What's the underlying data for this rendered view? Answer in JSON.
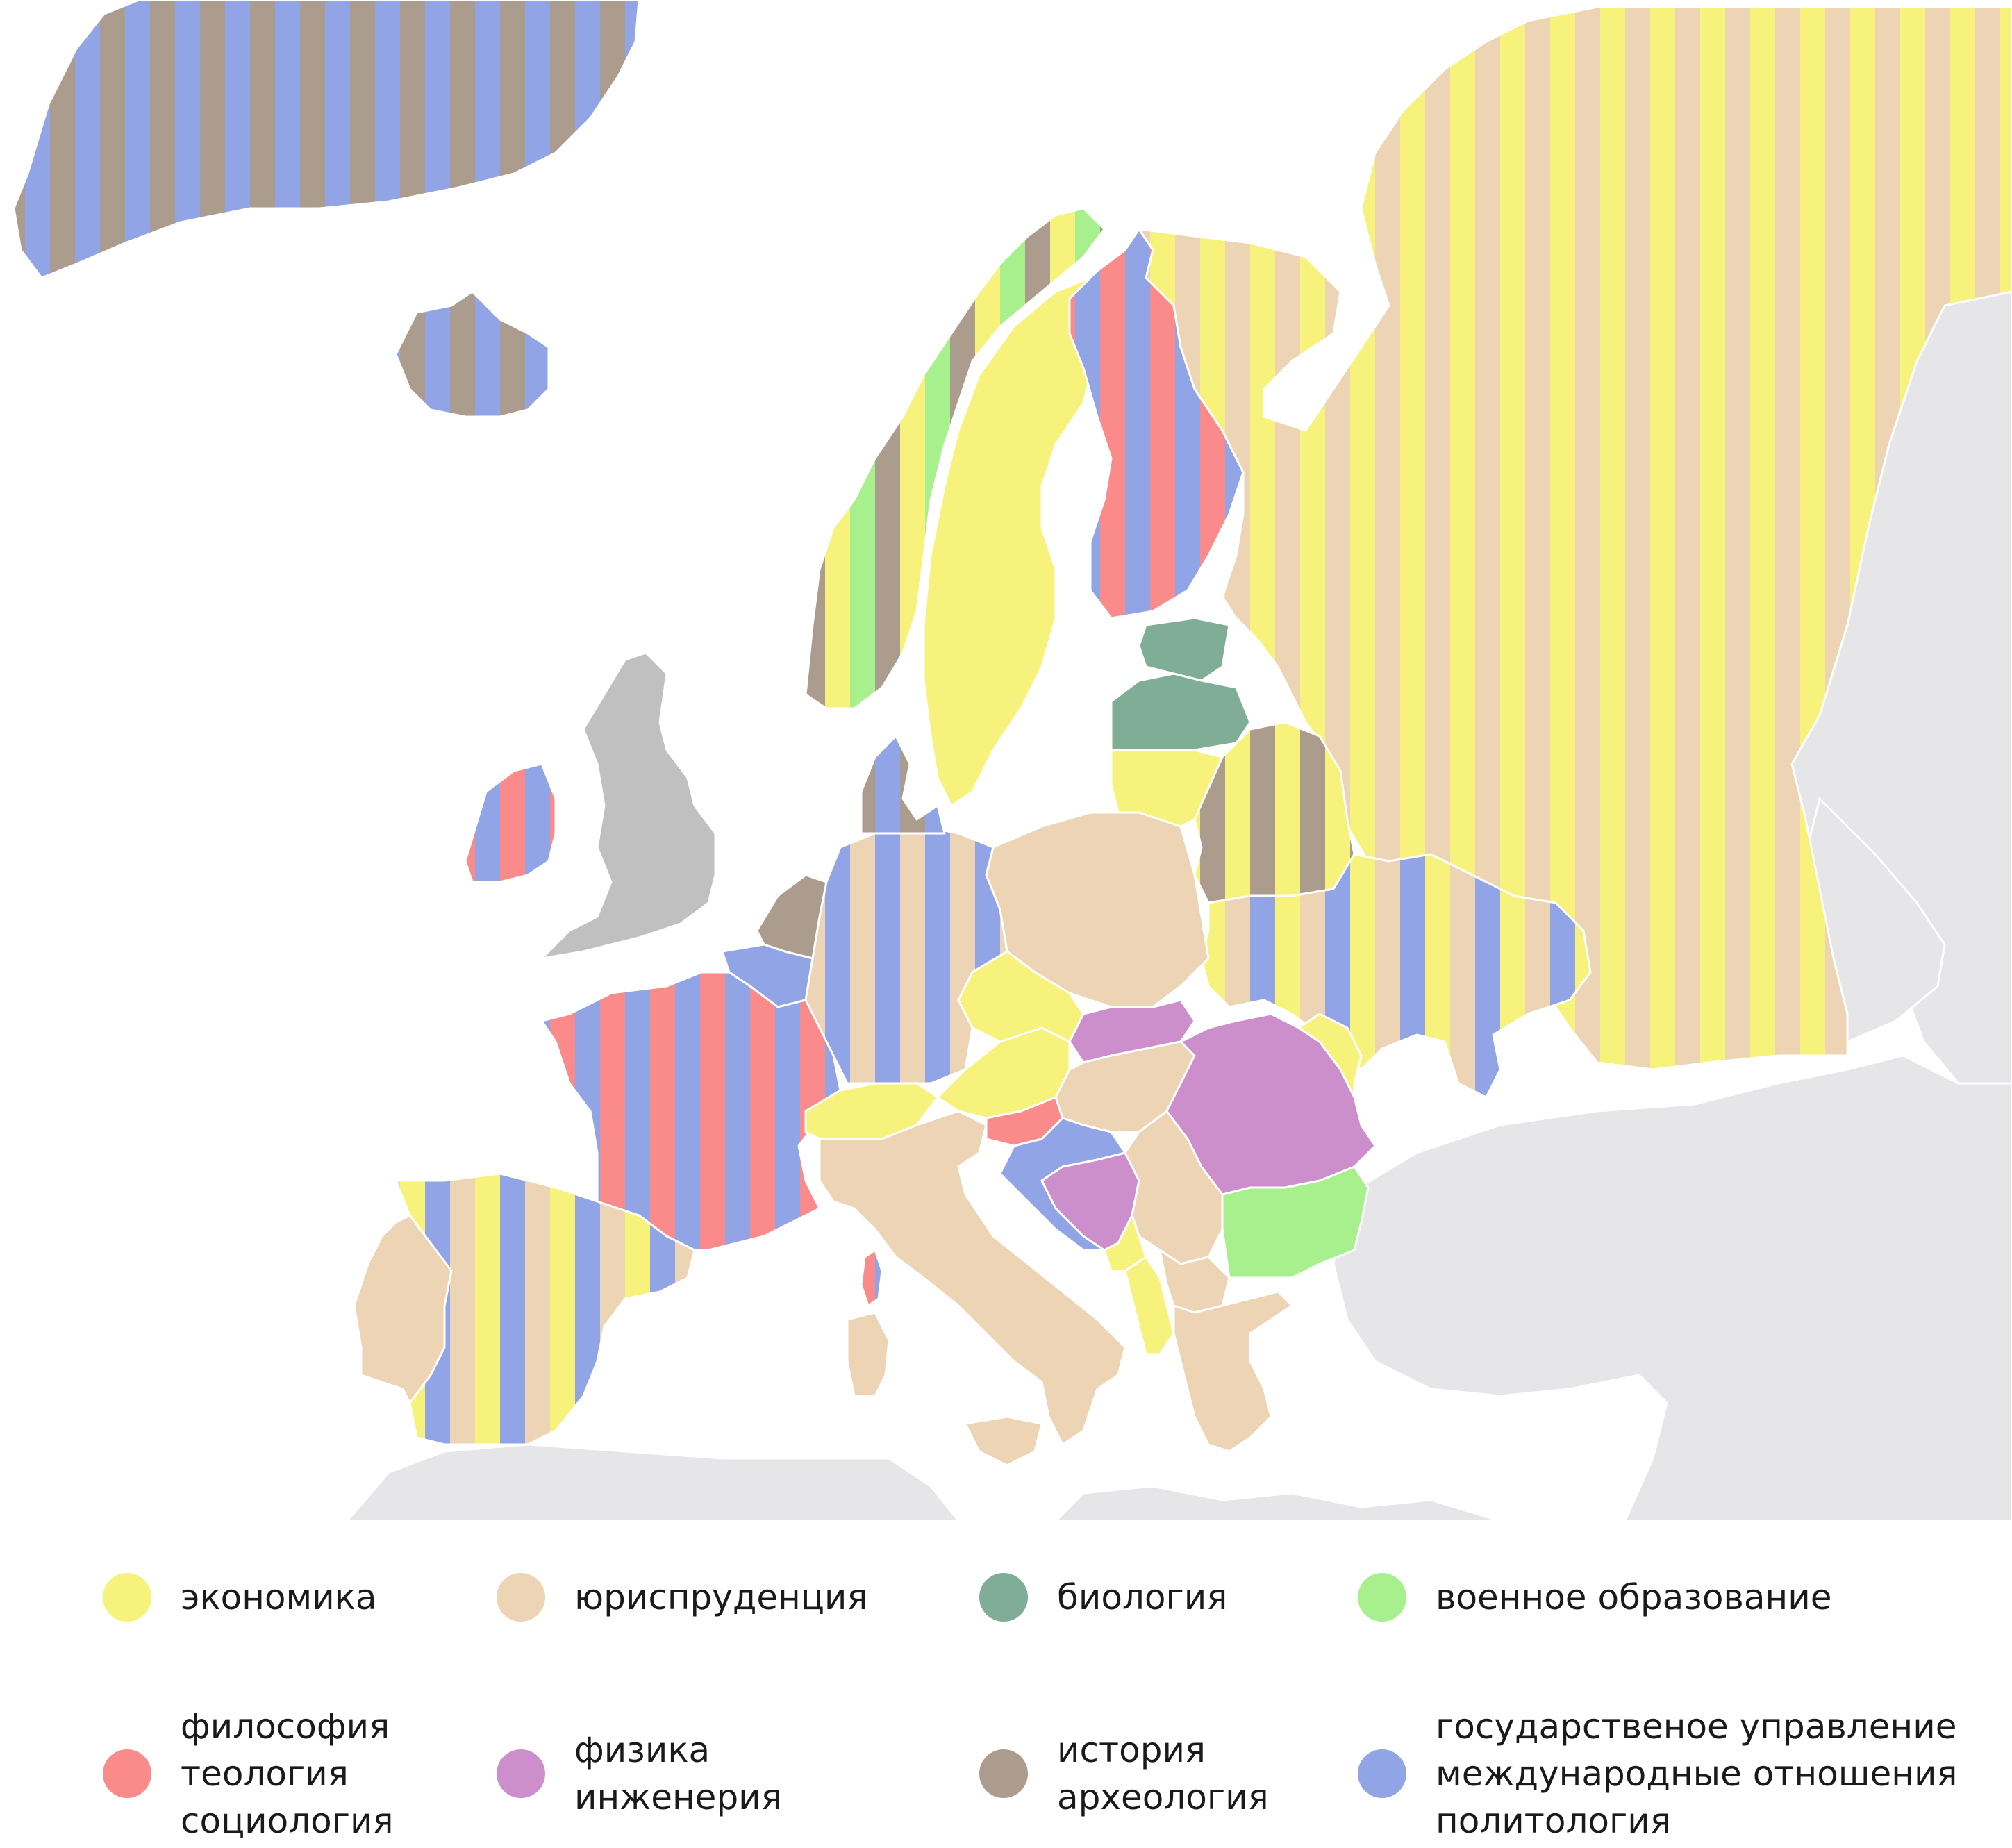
{
  "colors": {
    "economics": "#f7f27c",
    "law": "#ecd4b5",
    "biology": "#80ad95",
    "military": "#a8ef8e",
    "philosophy": "#fb8b8b",
    "physics": "#cd8fcc",
    "history": "#ab9c8e",
    "politics": "#91a4e5",
    "no_data": "#c0c0c0",
    "outside": "#e6e6e8",
    "sea": "#ffffff"
  },
  "legend": [
    {
      "key": "economics",
      "lines": [
        "экономика"
      ]
    },
    {
      "key": "law",
      "lines": [
        "юриспруденция"
      ]
    },
    {
      "key": "biology",
      "lines": [
        "биология"
      ]
    },
    {
      "key": "military",
      "lines": [
        "военное образование"
      ]
    },
    {
      "key": "philosophy",
      "lines": [
        "философия",
        "теология",
        "социология"
      ]
    },
    {
      "key": "physics",
      "lines": [
        "физика",
        "инженерия"
      ]
    },
    {
      "key": "history",
      "lines": [
        "история",
        "археология"
      ]
    },
    {
      "key": "politics",
      "lines": [
        "государственое управление",
        "международные отношения",
        "политология"
      ]
    }
  ],
  "regions": [
    {
      "id": "greenland",
      "fields": [
        "history",
        "politics"
      ]
    },
    {
      "id": "iceland",
      "fields": [
        "history",
        "politics"
      ]
    },
    {
      "id": "norway",
      "fields": [
        "economics",
        "military",
        "history"
      ]
    },
    {
      "id": "sweden",
      "fields": [
        "economics"
      ]
    },
    {
      "id": "finland",
      "fields": [
        "philosophy",
        "politics"
      ]
    },
    {
      "id": "russia",
      "fields": [
        "economics",
        "law"
      ]
    },
    {
      "id": "estonia",
      "fields": [
        "biology"
      ]
    },
    {
      "id": "latvia",
      "fields": [
        "biology"
      ]
    },
    {
      "id": "lithuania",
      "fields": [
        "economics"
      ]
    },
    {
      "id": "belarus",
      "fields": [
        "history",
        "economics"
      ]
    },
    {
      "id": "ukraine",
      "fields": [
        "economics",
        "law",
        "politics"
      ]
    },
    {
      "id": "poland",
      "fields": [
        "law"
      ]
    },
    {
      "id": "germany",
      "fields": [
        "law",
        "politics"
      ]
    },
    {
      "id": "denmark",
      "fields": [
        "history",
        "politics"
      ]
    },
    {
      "id": "netherlands",
      "fields": [
        "history"
      ]
    },
    {
      "id": "belgium",
      "fields": [
        "politics"
      ]
    },
    {
      "id": "france",
      "fields": [
        "philosophy",
        "politics"
      ]
    },
    {
      "id": "ireland",
      "fields": [
        "philosophy",
        "politics"
      ]
    },
    {
      "id": "united-kingdom",
      "fields": []
    },
    {
      "id": "spain",
      "fields": [
        "law",
        "economics",
        "politics"
      ]
    },
    {
      "id": "portugal",
      "fields": [
        "law"
      ]
    },
    {
      "id": "switzerland",
      "fields": [
        "economics"
      ]
    },
    {
      "id": "italy",
      "fields": [
        "law"
      ]
    },
    {
      "id": "austria",
      "fields": [
        "economics"
      ]
    },
    {
      "id": "czechia",
      "fields": [
        "economics"
      ]
    },
    {
      "id": "slovakia",
      "fields": [
        "physics"
      ]
    },
    {
      "id": "hungary",
      "fields": [
        "law"
      ]
    },
    {
      "id": "slovenia",
      "fields": [
        "philosophy"
      ]
    },
    {
      "id": "croatia",
      "fields": [
        "politics"
      ]
    },
    {
      "id": "bosnia",
      "fields": [
        "physics"
      ]
    },
    {
      "id": "serbia",
      "fields": [
        "law"
      ]
    },
    {
      "id": "montenegro",
      "fields": [
        "economics"
      ]
    },
    {
      "id": "albania",
      "fields": [
        "economics"
      ]
    },
    {
      "id": "macedonia",
      "fields": [
        "law"
      ]
    },
    {
      "id": "greece",
      "fields": [
        "law"
      ]
    },
    {
      "id": "bulgaria",
      "fields": [
        "military"
      ]
    },
    {
      "id": "romania",
      "fields": [
        "physics"
      ]
    },
    {
      "id": "moldova",
      "fields": [
        "economics"
      ]
    },
    {
      "id": "corsica",
      "fields": [
        "philosophy",
        "politics"
      ]
    },
    {
      "id": "sardinia",
      "fields": [
        "law"
      ]
    },
    {
      "id": "sicily",
      "fields": [
        "law"
      ]
    }
  ]
}
